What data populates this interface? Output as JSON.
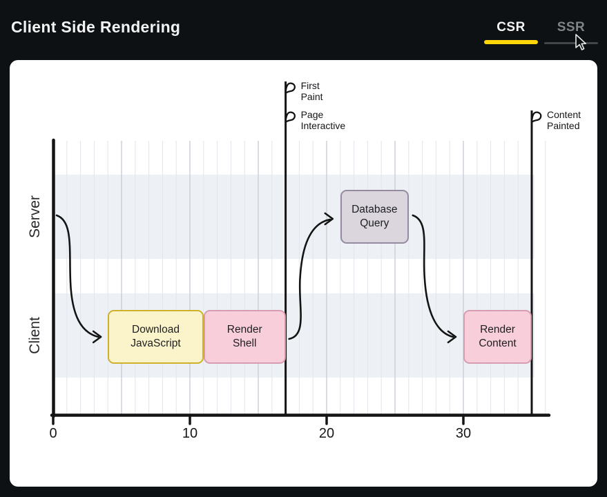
{
  "header": {
    "title": "Client Side Rendering",
    "tabs": [
      {
        "label": "CSR",
        "active": true
      },
      {
        "label": "SSR",
        "active": false
      }
    ]
  },
  "colors": {
    "background": "#0D1113",
    "card": "#FFFFFF",
    "active_tab_accent": "#FFD60A",
    "inactive_tab_text": "#7F8488",
    "lane_band": "#EDF1F6",
    "grid_minor": "#E3E6ED",
    "grid_major": "#CBD0DA",
    "axis": "#141414",
    "task_yellow_fill": "#FBF4CB",
    "task_yellow_border": "#CDB12D",
    "task_pink_fill": "#F8CEDB",
    "task_pink_border": "#D79CB0",
    "task_gray_fill": "#DBD6DE",
    "task_gray_border": "#958B9F"
  },
  "chart_data": {
    "type": "gantt",
    "title": "Client Side Rendering timeline",
    "x_ticks": [
      0,
      10,
      20,
      30
    ],
    "x_range": [
      0,
      36
    ],
    "grid": true,
    "legend": "none",
    "lanes": [
      {
        "label": "Server"
      },
      {
        "label": "Client"
      }
    ],
    "tasks": [
      {
        "label": "Download JavaScript",
        "lane": "Client",
        "start": 4,
        "end": 11,
        "color": "yellow"
      },
      {
        "label": "Render Shell",
        "lane": "Client",
        "start": 11,
        "end": 17,
        "color": "pink"
      },
      {
        "label": "Database Query",
        "lane": "Server",
        "start": 21,
        "end": 26,
        "color": "gray"
      },
      {
        "label": "Render Content",
        "lane": "Client",
        "start": 30,
        "end": 35,
        "color": "pink"
      }
    ],
    "milestones": [
      {
        "label": "First Paint",
        "x": 17,
        "level": 0
      },
      {
        "label": "Page Interactive",
        "x": 17,
        "level": 1
      },
      {
        "label": "Content Painted",
        "x": 35,
        "level": 1
      }
    ],
    "arrows": [
      {
        "from": "server-start",
        "to": "Download JavaScript"
      },
      {
        "from": "Render Shell",
        "to": "Database Query"
      },
      {
        "from": "Database Query",
        "to": "Render Content"
      }
    ]
  }
}
